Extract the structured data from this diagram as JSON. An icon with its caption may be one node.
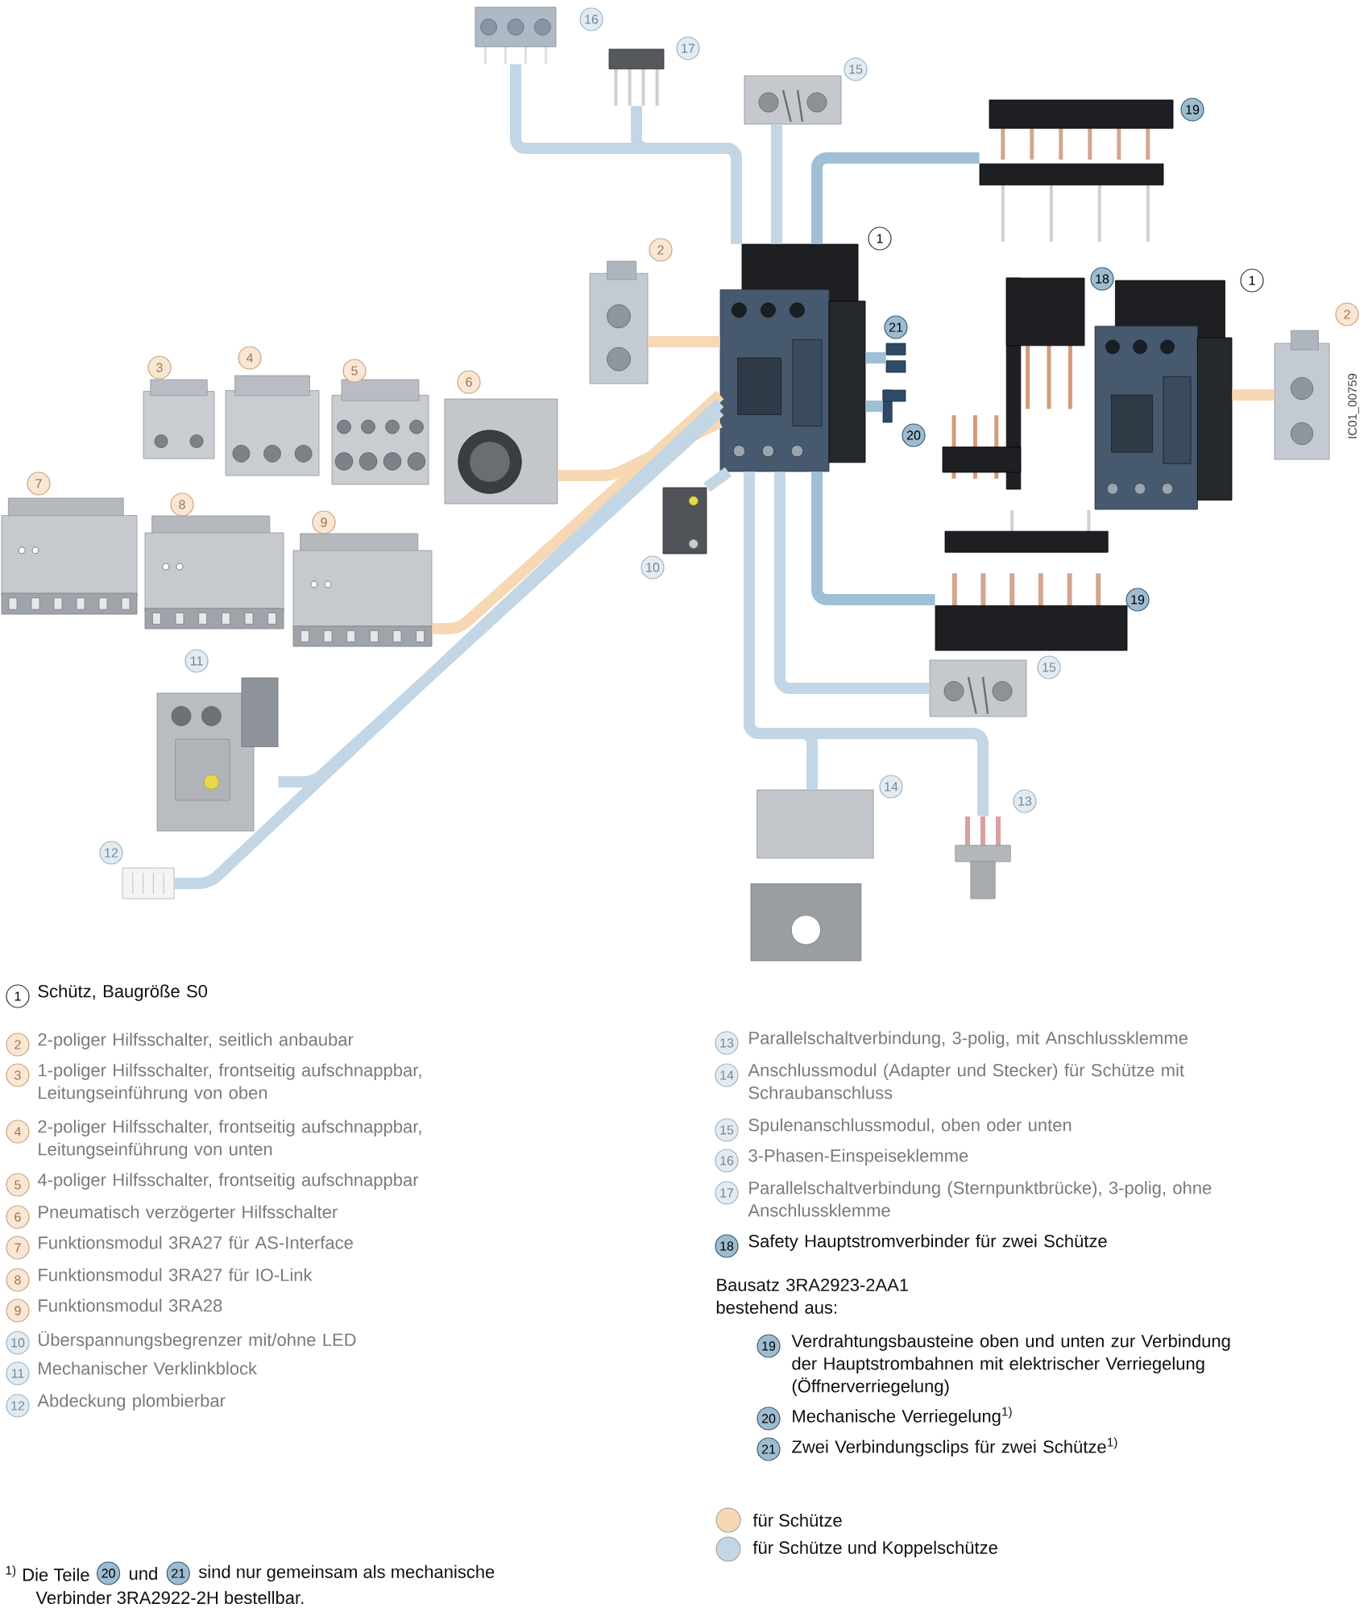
{
  "diagram": {
    "nodes": [
      {
        "text": [],
        "shape": "picture",
        "beside": [
          "1"
        ]
      },
      {
        "text": [],
        "shape": "picture",
        "beside": [
          "2"
        ]
      },
      {
        "text": [],
        "shape": "picture",
        "beside": [
          "3"
        ]
      },
      {
        "text": [],
        "shape": "picture",
        "beside": [
          "4"
        ]
      },
      {
        "text": [],
        "shape": "picture",
        "beside": [
          "5"
        ]
      },
      {
        "text": [],
        "shape": "picture",
        "beside": [
          "6"
        ]
      },
      {
        "text": [],
        "shape": "picture",
        "beside": [
          "7"
        ]
      },
      {
        "text": [],
        "shape": "picture",
        "beside": [
          "8"
        ]
      },
      {
        "text": [],
        "shape": "picture",
        "beside": [
          "9"
        ]
      },
      {
        "text": [],
        "shape": "picture",
        "beside": [
          "10"
        ]
      },
      {
        "text": [],
        "shape": "picture",
        "beside": [
          "11"
        ]
      },
      {
        "text": [],
        "shape": "picture",
        "beside": [
          "12"
        ]
      },
      {
        "text": [],
        "shape": "picture",
        "beside": [
          "13"
        ]
      },
      {
        "text": [],
        "shape": "picture",
        "beside": [
          "14"
        ]
      },
      {
        "text": [],
        "shape": "picture",
        "beside": [
          "15"
        ]
      },
      {
        "text": [],
        "shape": "picture",
        "beside": [
          "16"
        ]
      },
      {
        "text": [],
        "shape": "picture",
        "beside": [
          "17"
        ]
      },
      {
        "text": [],
        "shape": "picture",
        "beside": [
          "19"
        ]
      },
      {
        "text": [],
        "shape": "picture",
        "beside": [
          "18"
        ]
      },
      {
        "text": [],
        "shape": "picture",
        "beside": [
          "21"
        ]
      },
      {
        "text": [],
        "shape": "picture",
        "beside": [
          "20"
        ]
      },
      {
        "text": [],
        "shape": "picture",
        "beside": [
          "1"
        ]
      },
      {
        "text": [],
        "shape": "picture",
        "beside": [
          "2"
        ]
      },
      {
        "text": [],
        "shape": "picture",
        "beside": [
          "19"
        ]
      },
      {
        "text": [],
        "shape": "picture",
        "beside": [
          "15"
        ]
      }
    ],
    "edges": [
      {
        "from": 1,
        "to": 0,
        "arrow": "none",
        "color": "#f7d8b4"
      },
      {
        "from": 5,
        "to": 0,
        "arrow": "none",
        "color": "#f7d8b4"
      },
      {
        "from": 8,
        "to": 0,
        "arrow": "none",
        "color": "#f7d8b4"
      },
      {
        "from": 9,
        "to": 0,
        "arrow": "none",
        "color": "#c3d6e5"
      },
      {
        "from": 10,
        "to": 0,
        "arrow": "none",
        "color": "#c3d6e5"
      },
      {
        "from": 11,
        "to": 0,
        "arrow": "none",
        "color": "#c3d6e5"
      },
      {
        "from": 15,
        "to": 0,
        "arrow": "none",
        "color": "#c3d6e5"
      },
      {
        "from": 16,
        "to": 0,
        "arrow": "none",
        "color": "#c3d6e5"
      },
      {
        "from": 14,
        "to": 0,
        "arrow": "none",
        "color": "#c3d6e5"
      },
      {
        "from": 17,
        "to": 0,
        "arrow": "none",
        "color": "#9fbfd6"
      },
      {
        "from": 23,
        "to": 0,
        "arrow": "none",
        "color": "#9fbfd6"
      },
      {
        "from": 24,
        "to": 0,
        "arrow": "none",
        "color": "#c3d6e5"
      },
      {
        "from": 13,
        "to": 0,
        "arrow": "none",
        "color": "#c3d6e5"
      },
      {
        "from": 12,
        "to": 0,
        "arrow": "none",
        "color": "#c3d6e5"
      },
      {
        "from": 19,
        "to": 0,
        "arrow": "none",
        "color": "#9fbfd6"
      },
      {
        "from": 20,
        "to": 0,
        "arrow": "none",
        "color": "#9fbfd6"
      },
      {
        "from": 22,
        "to": 21,
        "arrow": "none",
        "color": "#f7d8b4"
      }
    ],
    "labels": [
      "1",
      "Schütz, Baugröße S0",
      "2",
      "2-poliger Hilfsschalter, seitlich anbaubar",
      "3",
      "1-poliger Hilfsschalter, frontseitig aufschnappbar, Leitungseinführung von oben",
      "4",
      "2-poliger Hilfsschalter, frontseitig aufschnappbar, Leitungseinführung von unten",
      "5",
      "4-poliger Hilfsschalter, frontseitig aufschnappbar",
      "6",
      "Pneumatisch verzögerter Hilfsschalter",
      "7",
      "Funktionsmodul 3RA27 für AS-Interface",
      "8",
      "Funktionsmodul 3RA27 für IO-Link",
      "9",
      "Funktionsmodul 3RA28",
      "10",
      "Überspannungsbegrenzer mit/ohne LED",
      "11",
      "Mechanischer Verklinkblock",
      "12",
      "Abdeckung plombierbar",
      "13",
      "Parallelschaltverbindung, 3-polig, mit Anschlussklemme",
      "14",
      "Anschlussmodul (Adapter und Stecker) für Schütze mit Schraubanschluss",
      "15",
      "Spulenanschlussmodul, oben oder unten",
      "16",
      "3-Phasen-Einspeiseklemme",
      "17",
      "Parallelschaltverbindung (Sternpunktbrücke), 3-polig, ohne Anschlussklemme",
      "18",
      "Safety Hauptstromverbinder für zwei Schütze",
      "Bausatz 3RA2923-2AA1 bestehend aus:",
      "19",
      "Verdrahtungsbausteine oben und unten zur Verbindung der Hauptstrombahnen mit elektrischer Verriegelung (Öffnerverriegelung)",
      "20",
      "Mechanische Verriegelung$^{1)}$",
      "21",
      "Zwei Verbindungsclips für zwei Schütze$^{1)}$",
      "$^{1)}$ Die Teile",
      "20",
      "und",
      "21",
      "sind nur gemeinsam als mechanische",
      "Verbinder 3RA2922-2H bestellbar.",
      "IC01_00759"
    ],
    "legend": [
      {
        "text": "für Schütze",
        "color": "#f7d8b4"
      },
      {
        "text": "für Schütze und Koppelschütze",
        "color": "#c3d6e5"
      }
    ]
  }
}
